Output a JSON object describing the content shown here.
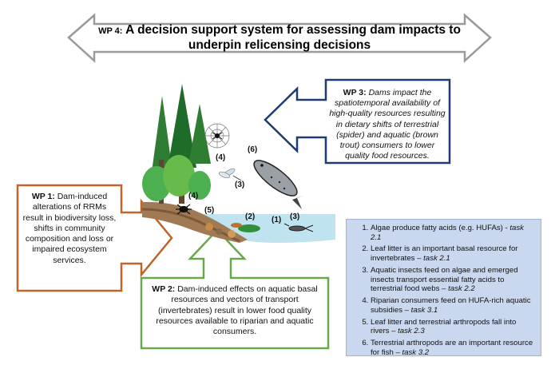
{
  "title": {
    "prefix": "WP 4:",
    "text": "A decision support system for assessing dam impacts to underpin relicensing decisions"
  },
  "wp3": {
    "label": "WP 3:",
    "text": "Dams impact the spatiotemporal availability of high-quality resources resulting in dietary shifts of terrestrial (spider) and aquatic (brown trout) consumers to lower quality food resources."
  },
  "wp1": {
    "label": "WP 1:",
    "text": "Dam-induced alterations of RRMs result in biodiversity loss, shifts in community composition and loss or impaired ecosystem services."
  },
  "wp2": {
    "label": "WP 2:",
    "text": "Dam-induced effects on aquatic basal resources and vectors of transport (invertebrates) result in lower food quality resources available to riparian and aquatic consumers."
  },
  "scene_labels": [
    "(6)",
    "(4)",
    "(3)",
    "(4)",
    "(5)",
    "(2)",
    "(1)",
    "(3)"
  ],
  "tasks": [
    {
      "text": "Algae produce fatty acids (e.g. HUFAs) - ",
      "task": "task 2.1"
    },
    {
      "text": "Leaf litter is an important basal resource for invertebrates – ",
      "task": "task 2.1"
    },
    {
      "text": "Aquatic insects feed on algae and emerged insects transport essential fatty acids to terrestrial food webs – ",
      "task": "task 2.2"
    },
    {
      "text": "Riparian consumers feed on HUFA-rich aquatic subsidies – ",
      "task": "task 3.1"
    },
    {
      "text": "Leaf litter and terrestrial arthropods fall into rivers – ",
      "task": "task 2.3"
    },
    {
      "text": "Terrestrial arthropods are an important resource for fish – ",
      "task": "task 3.2"
    }
  ],
  "colors": {
    "wp4_arrow": "#999999",
    "wp3_border": "#1f3b73",
    "wp1_border": "#c0642a",
    "wp2_border": "#6aa84f",
    "tasks_bg": "#c9d8ef"
  }
}
